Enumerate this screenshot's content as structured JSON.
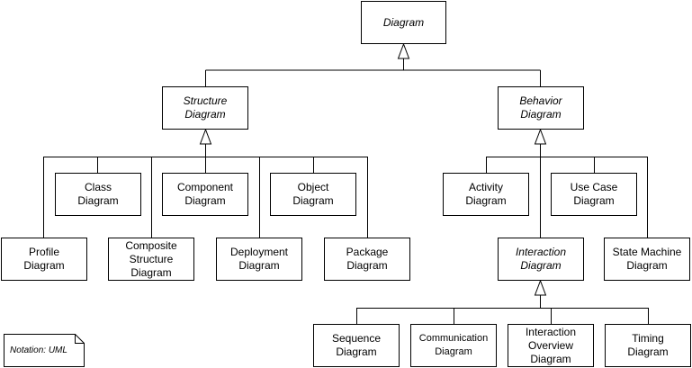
{
  "diagram": {
    "nodes": [
      {
        "id": "diagram",
        "label": "Diagram",
        "abstract": true
      },
      {
        "id": "structure",
        "label": "Structure\nDiagram",
        "abstract": true
      },
      {
        "id": "behavior",
        "label": "Behavior\nDiagram",
        "abstract": true
      },
      {
        "id": "class",
        "label": "Class\nDiagram",
        "abstract": false
      },
      {
        "id": "component",
        "label": "Component\nDiagram",
        "abstract": false
      },
      {
        "id": "object",
        "label": "Object\nDiagram",
        "abstract": false
      },
      {
        "id": "profile",
        "label": "Profile\nDiagram",
        "abstract": false
      },
      {
        "id": "composite",
        "label": "Composite\nStructure\nDiagram",
        "abstract": false
      },
      {
        "id": "deployment",
        "label": "Deployment\nDiagram",
        "abstract": false
      },
      {
        "id": "package",
        "label": "Package\nDiagram",
        "abstract": false
      },
      {
        "id": "activity",
        "label": "Activity\nDiagram",
        "abstract": false
      },
      {
        "id": "usecase",
        "label": "Use Case\nDiagram",
        "abstract": false
      },
      {
        "id": "interaction",
        "label": "Interaction\nDiagram",
        "abstract": true
      },
      {
        "id": "statemachine",
        "label": "State Machine\nDiagram",
        "abstract": false
      },
      {
        "id": "sequence",
        "label": "Sequence\nDiagram",
        "abstract": false
      },
      {
        "id": "communication",
        "label": "Communication\nDiagram",
        "abstract": false
      },
      {
        "id": "overview",
        "label": "Interaction\nOverview\nDiagram",
        "abstract": false
      },
      {
        "id": "timing",
        "label": "Timing\nDiagram",
        "abstract": false
      }
    ],
    "generalizations": [
      {
        "parent": "diagram",
        "children": [
          "structure",
          "behavior"
        ]
      },
      {
        "parent": "structure",
        "children": [
          "class",
          "component",
          "object",
          "profile",
          "composite",
          "deployment",
          "package"
        ]
      },
      {
        "parent": "behavior",
        "children": [
          "activity",
          "usecase",
          "interaction",
          "statemachine"
        ]
      },
      {
        "parent": "interaction",
        "children": [
          "sequence",
          "communication",
          "overview",
          "timing"
        ]
      }
    ],
    "note": "Notation: UML"
  }
}
